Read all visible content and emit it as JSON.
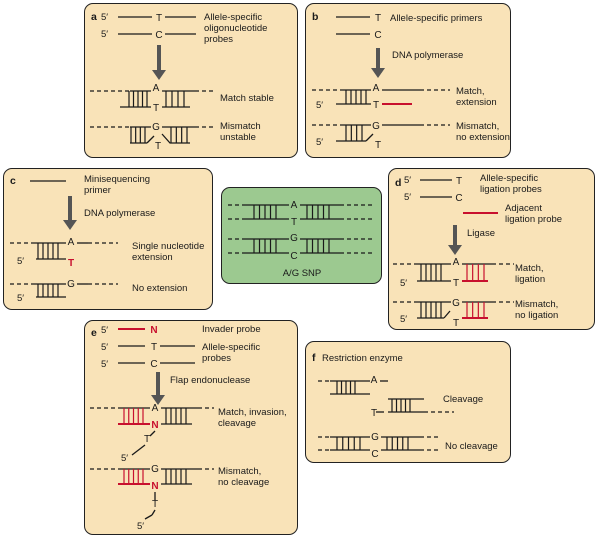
{
  "panels": {
    "a": {
      "letter": "a",
      "label_probes": "Allele-specific\noligonucleotide\nprobes",
      "label_match": "Match stable",
      "label_mismatch": "Mismatch\nunstable"
    },
    "b": {
      "letter": "b",
      "label_primers": "Allele-specific primers",
      "label_enzyme": "DNA polymerase",
      "label_match": "Match,\nextension",
      "label_mismatch": "Mismatch,\nno extension"
    },
    "c": {
      "letter": "c",
      "label_primer": "Minisequencing\nprimer",
      "label_enzyme": "DNA polymerase",
      "label_match": "Single nucleotide\nextension",
      "label_mismatch": "No extension"
    },
    "snp": {
      "label": "A/G SNP"
    },
    "d": {
      "letter": "d",
      "label_probes": "Allele-specific\nligation probes",
      "label_adjacent": "Adjacent\nligation probe",
      "label_enzyme": "Ligase",
      "label_match": "Match,\nligation",
      "label_mismatch": "Mismatch,\nno ligation"
    },
    "e": {
      "letter": "e",
      "label_invader": "Invader probe",
      "label_probes": "Allele-specific\nprobes",
      "label_enzyme": "Flap endonuclease",
      "label_match": "Match, invasion,\ncleavage",
      "label_mismatch": "Mismatch,\nno cleavage"
    },
    "f": {
      "letter": "f",
      "label_enzyme": "Restriction enzyme",
      "label_match": "Cleavage",
      "label_mismatch": "No cleavage"
    }
  },
  "nucleotides": {
    "A": "A",
    "T": "T",
    "G": "G",
    "C": "C",
    "N": "N",
    "prime5": "5′"
  },
  "colors": {
    "panel_bg": "#f9e3b8",
    "snp_bg": "#9cc990",
    "red": "#c8102e",
    "arrow": "#555555"
  }
}
